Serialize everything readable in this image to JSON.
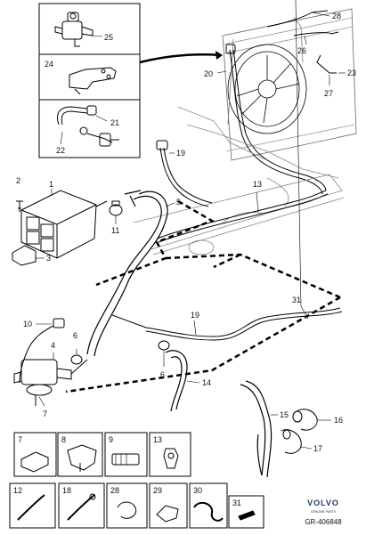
{
  "callouts": {
    "c1": "1",
    "c2": "2",
    "c3": "3",
    "c4": "4",
    "c5": "5",
    "c6a": "6",
    "c6b": "6",
    "c7": "7",
    "c10": "10",
    "c11": "11",
    "c13": "13",
    "c14": "14",
    "c15": "15",
    "c16": "16",
    "c17": "17",
    "c19a": "19",
    "c19b": "19",
    "c20": "20",
    "c21": "21",
    "c22": "22",
    "c23": "23",
    "c24": "24",
    "c25": "25",
    "c26": "26",
    "c27": "27",
    "c28": "28",
    "c31": "31"
  },
  "parts_grid": {
    "row1": [
      "7",
      "8",
      "9",
      "13"
    ],
    "row2": [
      "12",
      "18",
      "28",
      "29",
      "30",
      "31"
    ]
  },
  "brand": {
    "name": "VOLVO",
    "tagline": "GENUINE PARTS",
    "reference": "GR-406848"
  }
}
